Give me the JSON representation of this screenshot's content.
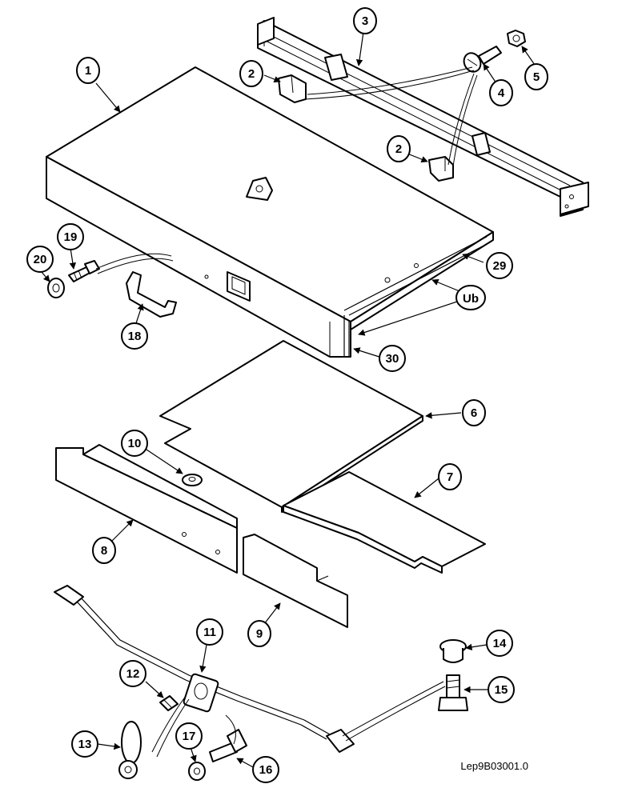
{
  "callouts": [
    {
      "id": "1",
      "text": "1"
    },
    {
      "id": "2a",
      "text": "2"
    },
    {
      "id": "2b",
      "text": "2"
    },
    {
      "id": "3",
      "text": "3"
    },
    {
      "id": "4",
      "text": "4"
    },
    {
      "id": "5",
      "text": "5"
    },
    {
      "id": "6",
      "text": "6"
    },
    {
      "id": "7",
      "text": "7"
    },
    {
      "id": "8",
      "text": "8"
    },
    {
      "id": "9",
      "text": "9"
    },
    {
      "id": "10",
      "text": "10"
    },
    {
      "id": "11",
      "text": "11"
    },
    {
      "id": "12",
      "text": "12"
    },
    {
      "id": "13",
      "text": "13"
    },
    {
      "id": "14",
      "text": "14"
    },
    {
      "id": "15",
      "text": "15"
    },
    {
      "id": "16",
      "text": "16"
    },
    {
      "id": "17",
      "text": "17"
    },
    {
      "id": "18",
      "text": "18"
    },
    {
      "id": "19",
      "text": "19"
    },
    {
      "id": "20",
      "text": "20"
    },
    {
      "id": "29",
      "text": "29"
    },
    {
      "id": "30",
      "text": "30"
    }
  ],
  "symbol_text": "Ub",
  "drawing_code": "Lep9B03001.0"
}
